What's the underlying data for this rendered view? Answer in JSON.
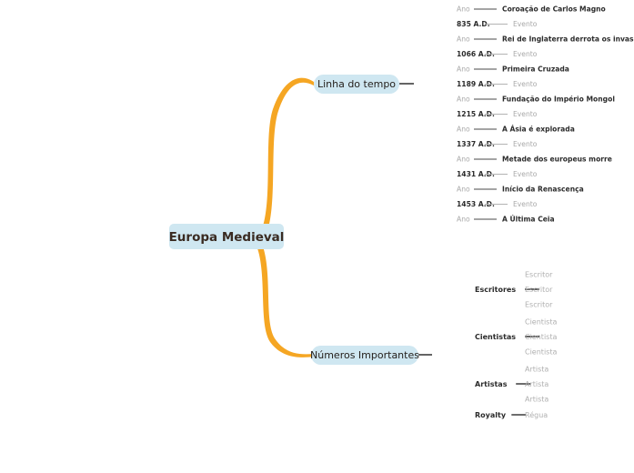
{
  "map": {
    "root": {
      "label": "Europa Medieval",
      "pill_color": "#cfe7f1",
      "text_color": "#3a2b22"
    },
    "branch_color": "#f5a623",
    "branches": [
      {
        "id": "linha-do-tempo",
        "label": "Linha do tempo",
        "children": [
          {
            "left": "Ano",
            "right": "Coroação de Carlos Magno",
            "emphasis": "right"
          },
          {
            "left": "835 A.D.",
            "right": "Evento",
            "emphasis": "left"
          },
          {
            "left": "Ano",
            "right": "Rei de Inglaterra derrota os invasores",
            "emphasis": "right"
          },
          {
            "left": "1066 A.D.",
            "right": "Evento",
            "emphasis": "left"
          },
          {
            "left": "Ano",
            "right": "Primeira Cruzada",
            "emphasis": "right"
          },
          {
            "left": "1189 A.D.",
            "right": "Evento",
            "emphasis": "left"
          },
          {
            "left": "Ano",
            "right": "Fundação do Império Mongol",
            "emphasis": "right"
          },
          {
            "left": "1215 A.D.",
            "right": "Evento",
            "emphasis": "left"
          },
          {
            "left": "Ano",
            "right": "A Ásia é explorada",
            "emphasis": "right"
          },
          {
            "left": "1337 A.D.",
            "right": "Evento",
            "emphasis": "left"
          },
          {
            "left": "Ano",
            "right": "Metade dos europeus morre",
            "emphasis": "right"
          },
          {
            "left": "1431 A.D.",
            "right": "Evento",
            "emphasis": "left"
          },
          {
            "left": "Ano",
            "right": "Início da Renascença",
            "emphasis": "right"
          },
          {
            "left": "1453 A.D.",
            "right": "Evento",
            "emphasis": "left"
          },
          {
            "left": "Ano",
            "right": "A Última Ceia",
            "emphasis": "right"
          }
        ]
      },
      {
        "id": "numeros-importantes",
        "label": "Números Importantes",
        "groups": [
          {
            "label": "Escritores",
            "leaves": [
              "Escritor",
              "Escritor",
              "Escritor"
            ]
          },
          {
            "label": "Cientistas",
            "leaves": [
              "Cientista",
              "Cientista",
              "Cientista"
            ]
          },
          {
            "label": "Artistas",
            "leaves": [
              "Artista",
              "Artista",
              "Artista"
            ]
          },
          {
            "label": "Royalty",
            "leaves": [
              "Régua"
            ]
          }
        ]
      }
    ]
  }
}
